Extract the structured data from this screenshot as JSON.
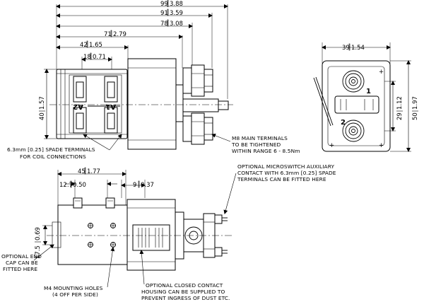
{
  "dimensions_top": {
    "d99": "99",
    "d99_in": "3.88",
    "d91": "91",
    "d91_in": "3.59",
    "d78": "78",
    "d78_in": "3.08",
    "d71": "71",
    "d71_in": "2.79",
    "d42": "42",
    "d42_in": "1.65",
    "d18": "18",
    "d18_in": "0.71",
    "d40": "40",
    "d40_in": "1.57"
  },
  "dimensions_end": {
    "d39": "39",
    "d39_in": "1.54",
    "d29": "29",
    "d29_in": "1.12",
    "d50": "50",
    "d50_in": "1.97"
  },
  "dimensions_bottom": {
    "d45": "45",
    "d45_in": "1.77",
    "d12": "12.7",
    "d12_in": "0.50",
    "d9": "9",
    "d9_in": "0.37",
    "d17": "17.5",
    "d17_in": "0.69"
  },
  "terminals": {
    "a1": "A1",
    "a2": "A2",
    "t1": "1",
    "t2": "2"
  },
  "notes": {
    "spade_1": "6.3mm [0.25] SPADE  TERMINALS",
    "spade_2": "FOR COIL CONNECTIONS",
    "m8_1": "M8 MAIN TERMINALS",
    "m8_2": "TO BE TIGHTENED",
    "m8_3": "WITHIN RANGE 6 - 8.5Nm",
    "micro_1": "OPTIONAL MICROSWITCH AUXILIARY",
    "micro_2": "CONTACT WITH 6.3mm [0.25] SPADE",
    "micro_3": "TERMINALS CAN BE FITTED HERE",
    "endcap_1": "OPTIONAL END",
    "endcap_2": "CAP CAN BE",
    "endcap_3": "FITTED HERE",
    "m4_1": "M4 MOUNTING HOLES",
    "m4_2": "(4 OFF PER SIDE)",
    "housing_1": "OPTIONAL CLOSED CONTACT",
    "housing_2": "HOUSING CAN BE SUPPLIED TO",
    "housing_3": "PREVENT INGRESS OF DUST ETC."
  }
}
